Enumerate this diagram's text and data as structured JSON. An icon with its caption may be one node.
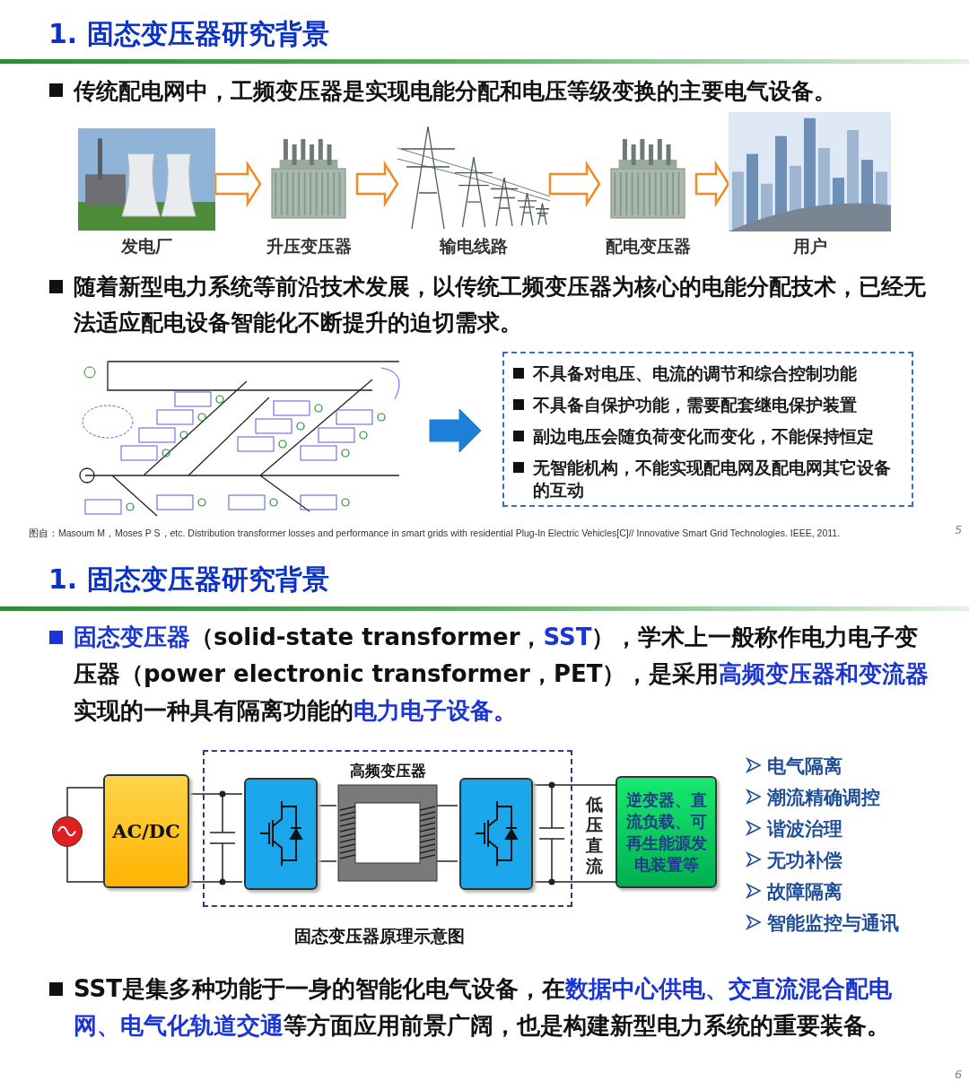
{
  "diagram": {
    "nodes": [
      {
        "text": [
          "发电厂"
        ]
      },
      {
        "text": [
          "升压变压器"
        ]
      },
      {
        "text": [
          "输电线路"
        ]
      },
      {
        "text": [
          "配电变压器"
        ]
      },
      {
        "text": [
          "用户"
        ]
      },
      {
        "text": [],
        "shape": "picture"
      },
      {
        "text": [
          "不具备对电压、电流的调节和综合控制功能",
          "不具备自保护功能，需要配套继电保护装置",
          "副边电压会随负荷变化而变化，不能保持恒定",
          "无智能机构，不能实现配电网及配电网其它设备的互动"
        ]
      },
      {
        "text": [],
        "shape": "circle"
      },
      {
        "text": [
          "AC/DC"
        ]
      },
      {
        "text": [],
        "shape": "box"
      },
      {
        "text": [],
        "shape": "box",
        "in": 9
      },
      {
        "text": [
          "高频变压器"
        ],
        "in": 9
      },
      {
        "text": [],
        "shape": "box",
        "in": 9
      },
      {
        "text": [
          "逆变器、直流负载、可再生能源发电装置等"
        ]
      }
    ],
    "edges": [
      {
        "from": 0,
        "to": 1,
        "arrow": "to",
        "color": "#f08a24"
      },
      {
        "from": 1,
        "to": 2,
        "arrow": "to",
        "color": "#f08a24"
      },
      {
        "from": 2,
        "to": 3,
        "arrow": "to",
        "color": "#f08a24"
      },
      {
        "from": 3,
        "to": 4,
        "arrow": "to",
        "color": "#f08a24"
      },
      {
        "from": 5,
        "to": 6,
        "arrow": "to",
        "color": "#1e7fd8"
      },
      {
        "from": 7,
        "to": 8,
        "arrow": "none"
      },
      {
        "from": 8,
        "to": 10,
        "arrow": "none"
      },
      {
        "from": 10,
        "to": 11,
        "arrow": "none"
      },
      {
        "from": 11,
        "to": 12,
        "arrow": "none"
      },
      {
        "from": 12,
        "to": 13,
        "arrow": "none"
      }
    ],
    "labels": [
      "1. 固态变压器研究背景",
      "传统配电网中，工频变压器是实现电能分配和电压等级变换的主要电气设备。",
      "随着新型电力系统等前沿技术发展，以传统工频变压器为核心的电能分配技术，已经无法适应配电设备智能化不断提升的迫切需求。",
      "图自：Masoum M，Moses P S，etc. Distribution transformer losses and performance in smart grids with residential Plug-In Electric Vehicles[C]// Innovative Smart Grid Technologies. IEEE, 2011.",
      "5",
      "1. 固态变压器研究背景",
      "固态变压器",
      "（solid-state transformer，",
      "SST",
      "），学术上一般称作电力电子变压器（power electronic transformer，PET），是采用",
      "高频变压器和变流器",
      "实现的一种具有隔离功能的",
      "电力电子设备。",
      "低压直流",
      "固态变压器原理示意图",
      "电气隔离",
      "潮流精确调控",
      "谐波治理",
      "无功补偿",
      "故障隔离",
      "智能监控与通讯",
      "SST是集多种功能于一身的智能化电气设备，在",
      "数据中心供电、交直流混合配电网、电气化轨道交通",
      "等方面应用前景广阔，也是构建新型电力系统的重要装备。",
      "6"
    ]
  }
}
